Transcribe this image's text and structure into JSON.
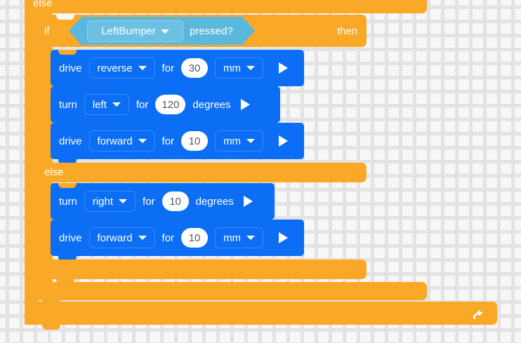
{
  "editor": {
    "name": "block-programming-canvas",
    "background_color": "#f7f7f7",
    "grid_color": "#e3e3e3"
  },
  "colors": {
    "control_orange": "#f9a827",
    "sensing_blue": "#5bb8dd",
    "motion_blue": "#0b6ef5",
    "value_text": "#575757",
    "label_text": "#ffffff"
  },
  "program": {
    "outer_else_label": "else",
    "if_label": "if",
    "then_label": "then",
    "inner_else_label": "else",
    "condition": {
      "device": "LeftBumper",
      "predicate": "pressed?",
      "dropdown_icon": "chevron-down-icon"
    },
    "then_branch": [
      {
        "verb": "drive",
        "direction": "reverse",
        "for_label": "for",
        "value": "30",
        "unit": "mm",
        "has_unit_dropdown": true,
        "run_icon": "play-icon"
      },
      {
        "verb": "turn",
        "direction": "left",
        "for_label": "for",
        "value": "120",
        "unit": "degrees",
        "has_unit_dropdown": false,
        "run_icon": "play-icon"
      },
      {
        "verb": "drive",
        "direction": "forward",
        "for_label": "for",
        "value": "10",
        "unit": "mm",
        "has_unit_dropdown": true,
        "run_icon": "play-icon"
      }
    ],
    "else_branch": [
      {
        "verb": "turn",
        "direction": "right",
        "for_label": "for",
        "value": "10",
        "unit": "degrees",
        "has_unit_dropdown": false,
        "run_icon": "play-icon"
      },
      {
        "verb": "drive",
        "direction": "forward",
        "for_label": "for",
        "value": "10",
        "unit": "mm",
        "has_unit_dropdown": true,
        "run_icon": "play-icon"
      }
    ],
    "loop_footer": {
      "icon": "loop-arrow-icon"
    }
  }
}
